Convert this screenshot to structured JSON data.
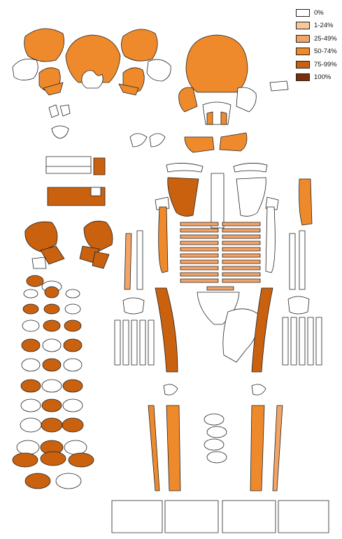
{
  "legend": {
    "items": [
      {
        "label": "0%",
        "color": "#ffffff"
      },
      {
        "label": "1-24%",
        "color": "#f9c79c"
      },
      {
        "label": "25-49%",
        "color": "#f4a366"
      },
      {
        "label": "50-74%",
        "color": "#ee8a2b"
      },
      {
        "label": "75-99%",
        "color": "#c9610f"
      },
      {
        "label": "100%",
        "color": "#7b2e0b"
      }
    ]
  }
}
